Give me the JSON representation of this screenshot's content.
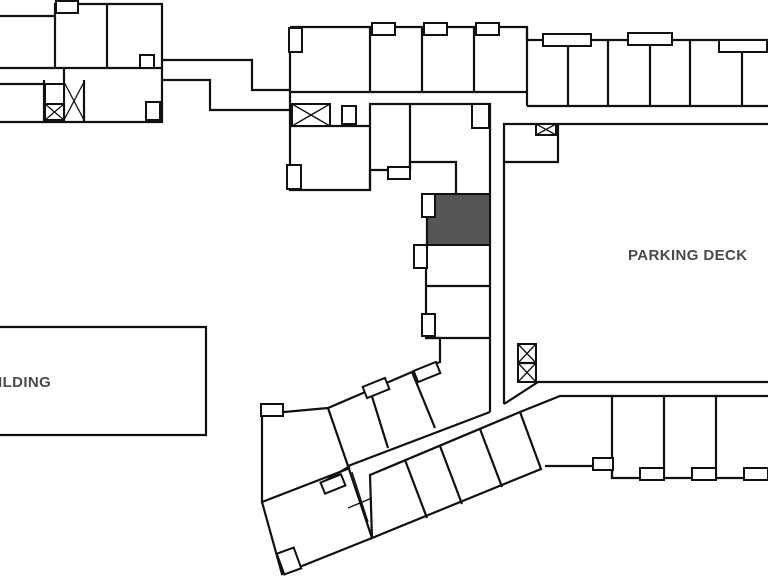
{
  "map": {
    "labels": {
      "parking_deck": "PARKING DECK",
      "building": "ILDING"
    },
    "highlighted_unit": {
      "color": "#555555",
      "description_color_role": "selected unit fill"
    },
    "colors": {
      "wall": "#111111",
      "background": "#ffffff",
      "label": "#4a4a4a"
    }
  }
}
